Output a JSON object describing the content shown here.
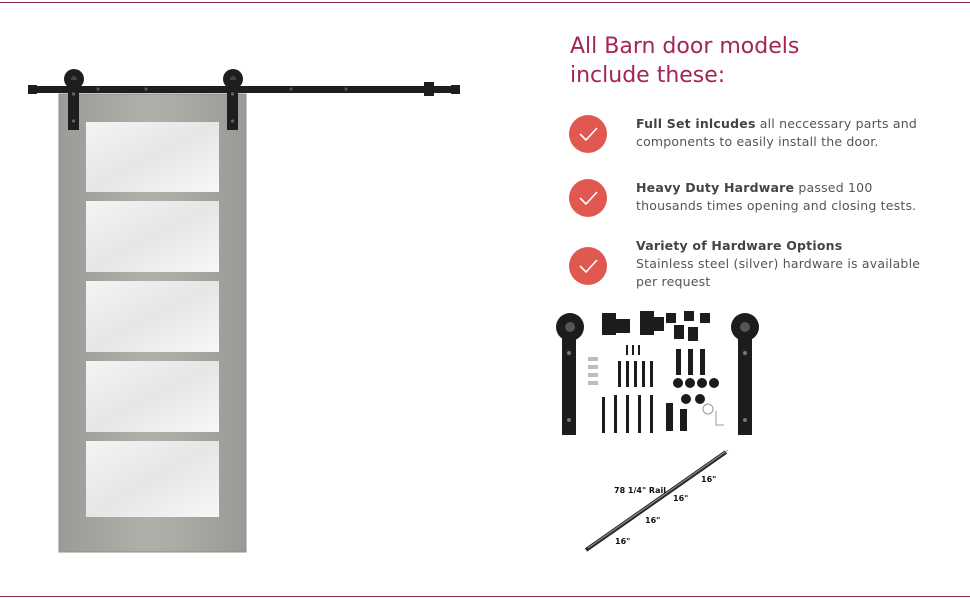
{
  "heading": {
    "line1": "All Barn door models",
    "line2": "include these:"
  },
  "features": [
    {
      "title": "Full Set inlcudes",
      "text": " all neccessary parts and components to easily install the door."
    },
    {
      "title": "Heavy Duty Hardware",
      "text": " passed 100 thousands times opening and closing tests."
    },
    {
      "title": "Variety of Hardware Options",
      "text": "Stainless steel (silver) hardware is available per request"
    }
  ],
  "rail": {
    "length_label": "78 1/4\"  Rail",
    "segment_labels": [
      "16\"",
      "16\"",
      "16\"",
      "16\""
    ]
  },
  "colors": {
    "accent": "#a4245a",
    "check": "#e0584f",
    "door": "#a8a7a2"
  }
}
